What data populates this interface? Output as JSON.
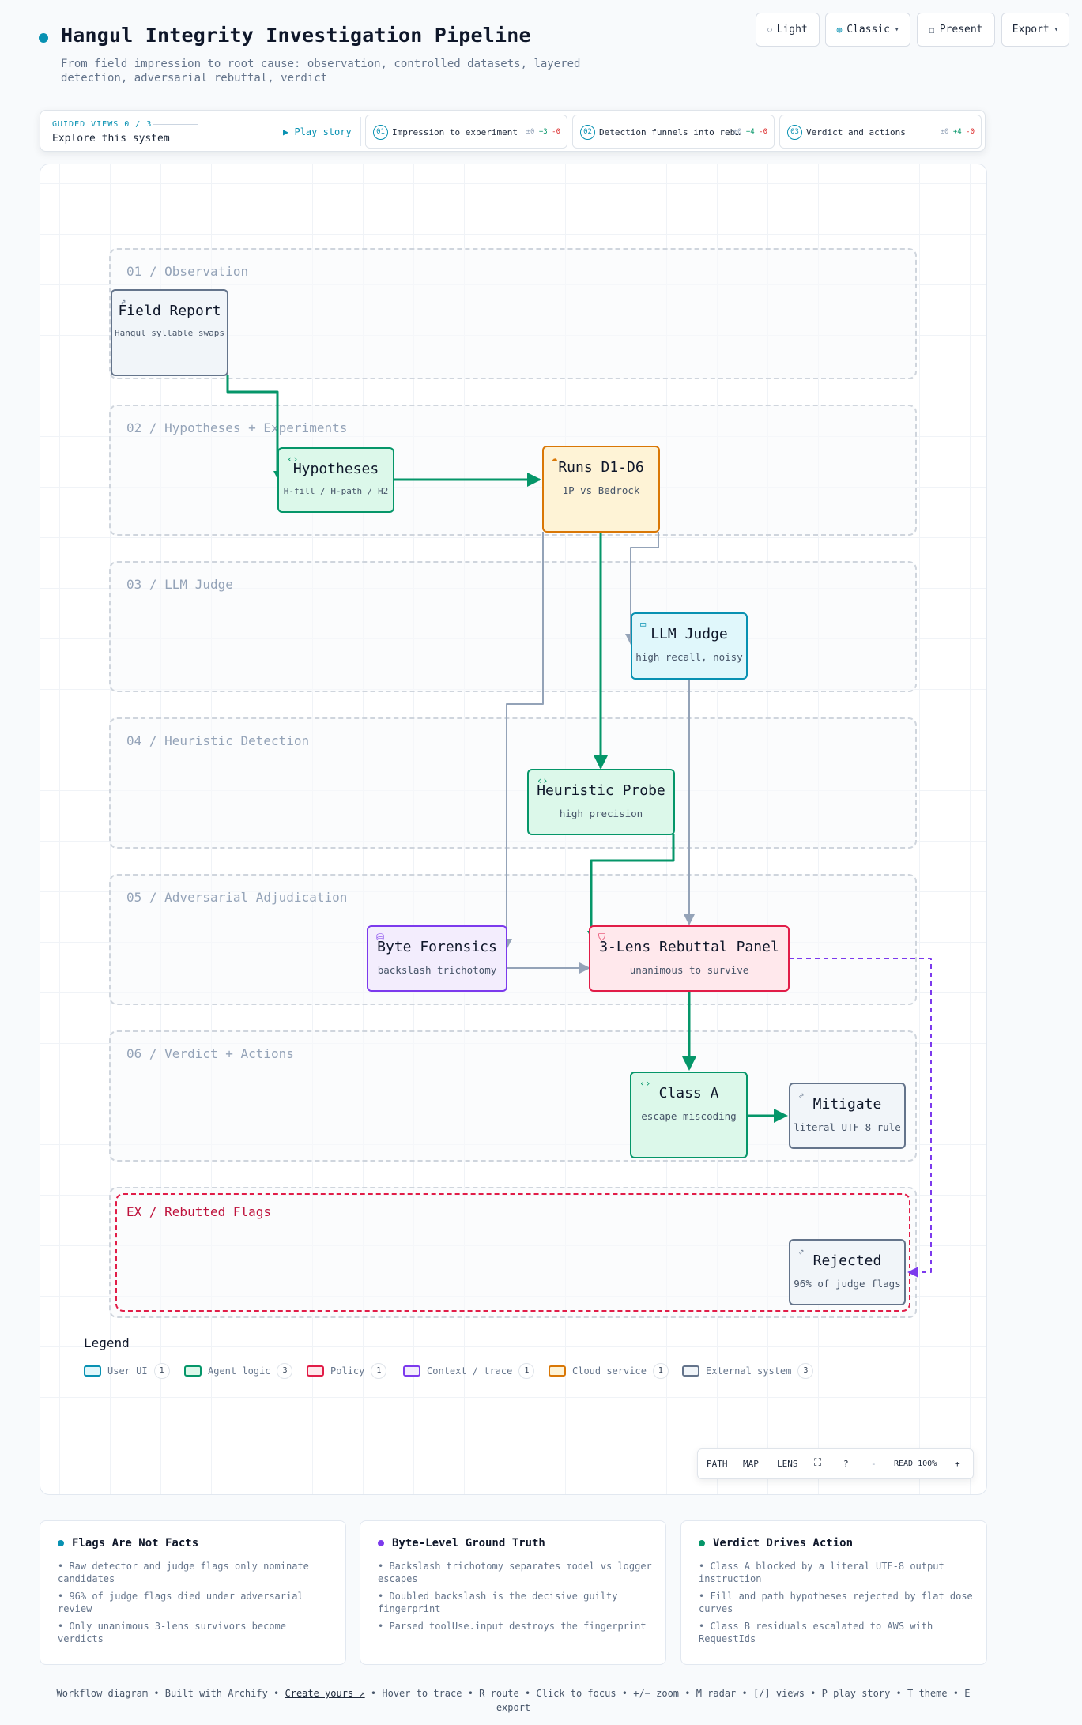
{
  "header": {
    "title": "Hangul Integrity Investigation Pipeline",
    "subtitle": "From field impression to root cause: observation, controlled datasets, layered detection, adversarial rebuttal, verdict",
    "buttons": {
      "light": "Light",
      "classic": "Classic",
      "present": "Present",
      "export": "Export"
    }
  },
  "guided": {
    "tag": "GUIDED VIEWS 0 / 3",
    "subtitle": "Explore this system",
    "play": "Play story",
    "views": [
      {
        "num": "01",
        "label": "Impression to experiment",
        "d0": "±0",
        "dp": "+3",
        "dm": "-0"
      },
      {
        "num": "02",
        "label": "Detection funnels into rebuttal",
        "d0": "±0",
        "dp": "+4",
        "dm": "-0"
      },
      {
        "num": "03",
        "label": "Verdict and actions",
        "d0": "±0",
        "dp": "+4",
        "dm": "-0"
      }
    ]
  },
  "lanes": [
    "01 / Observation",
    "02 / Hypotheses + Experiments",
    "03 / LLM Judge",
    "04 / Heuristic Detection",
    "05 / Adversarial Adjudication",
    "06 / Verdict + Actions",
    "EX / Rebutted Flags"
  ],
  "nodes": {
    "field_report": {
      "title": "Field Report",
      "sub": "Hangul syllable swaps",
      "kind": "External system",
      "icon": "external-link-icon"
    },
    "hypotheses": {
      "title": "Hypotheses",
      "sub": "H-fill / H-path / H2",
      "kind": "Agent logic",
      "icon": "code-icon"
    },
    "runs": {
      "title": "Runs D1-D6",
      "sub": "1P vs Bedrock",
      "kind": "Cloud service",
      "icon": "cloud-icon"
    },
    "llm_judge": {
      "title": "LLM Judge",
      "sub": "high recall, noisy",
      "kind": "User UI",
      "icon": "window-icon"
    },
    "heuristic": {
      "title": "Heuristic Probe",
      "sub": "high precision",
      "kind": "Agent logic",
      "icon": "code-icon"
    },
    "byte_forensics": {
      "title": "Byte Forensics",
      "sub": "backslash trichotomy",
      "kind": "Context / trace",
      "icon": "database-icon"
    },
    "rebuttal": {
      "title": "3-Lens Rebuttal Panel",
      "sub": "unanimous to survive",
      "kind": "Policy",
      "icon": "shield-icon"
    },
    "class_a": {
      "title": "Class A",
      "sub": "escape-miscoding",
      "kind": "Agent logic",
      "icon": "code-icon"
    },
    "mitigate": {
      "title": "Mitigate",
      "sub": "literal UTF-8 rule",
      "kind": "External system",
      "icon": "external-link-icon"
    },
    "rejected": {
      "title": "Rejected",
      "sub": "96% of judge flags",
      "kind": "External system",
      "icon": "external-link-icon"
    }
  },
  "legend": {
    "title": "Legend",
    "items": [
      {
        "label": "User UI",
        "count": "1",
        "color": "#0891b2",
        "fill": "#e0f7fb"
      },
      {
        "label": "Agent logic",
        "count": "3",
        "color": "#059669",
        "fill": "#dcf8ea"
      },
      {
        "label": "Policy",
        "count": "1",
        "color": "#e11d48",
        "fill": "#ffe8ec"
      },
      {
        "label": "Context / trace",
        "count": "1",
        "color": "#7c3aed",
        "fill": "#f3edfd"
      },
      {
        "label": "Cloud service",
        "count": "1",
        "color": "#d97706",
        "fill": "#fef3d6"
      },
      {
        "label": "External system",
        "count": "3",
        "color": "#64748b",
        "fill": "#f1f5f9"
      }
    ]
  },
  "toolbar": {
    "path": "PATH",
    "map": "MAP",
    "lens": "LENS",
    "help": "?",
    "minus": "-",
    "read": "READ 100%",
    "plus": "+"
  },
  "cards": [
    {
      "title": "Flags Are Not Facts",
      "color": "#0891b2",
      "items": [
        "Raw detector and judge flags only nominate candidates",
        "96% of judge flags died under adversarial review",
        "Only unanimous 3-lens survivors become verdicts"
      ]
    },
    {
      "title": "Byte-Level Ground Truth",
      "color": "#7c3aed",
      "items": [
        "Backslash trichotomy separates model vs logger escapes",
        "Doubled backslash is the decisive guilty fingerprint",
        "Parsed toolUse.input destroys the fingerprint"
      ]
    },
    {
      "title": "Verdict Drives Action",
      "color": "#059669",
      "items": [
        "Class A blocked by a literal UTF-8 output instruction",
        "Fill and path hypotheses rejected by flat dose curves",
        "Class B residuals escalated to AWS with RequestIds"
      ]
    }
  ],
  "footer": {
    "a": "Workflow diagram • Built with Archify •",
    "link": "Create yours ↗",
    "b": "• Hover to trace • R route • Click to focus • +/− zoom • M radar • [/] views • P play story • T theme • E",
    "c": "export"
  },
  "colors": {
    "accent": "#0891b2",
    "agent_edge": "#059669",
    "neutral_edge": "#94a3b8",
    "context_edge": "#7c3aed"
  }
}
